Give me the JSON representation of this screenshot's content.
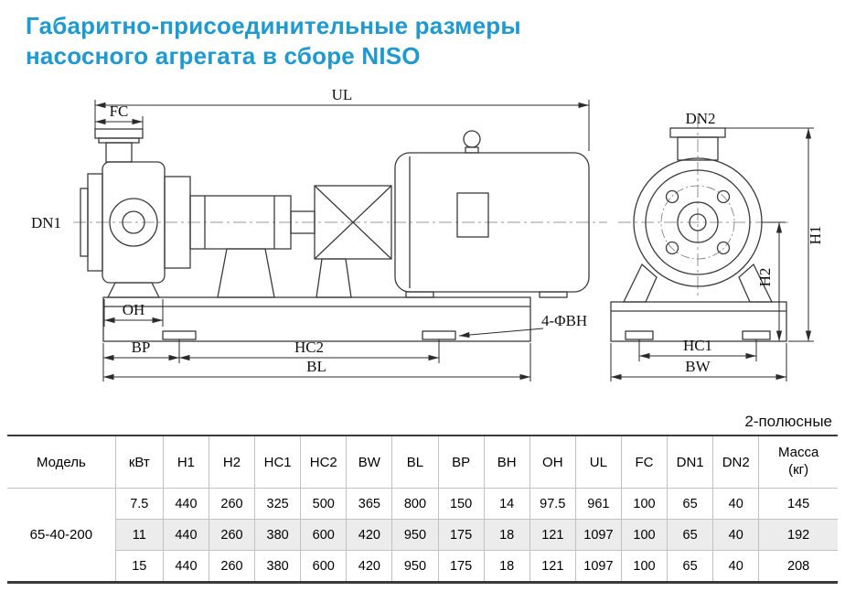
{
  "title": {
    "line1": "Габаритно-присоединительные размеры",
    "line2": "насосного агрегата в сборе NISO"
  },
  "diagram": {
    "labels": {
      "ul": "UL",
      "fc": "FC",
      "dn1": "DN1",
      "oh": "OH",
      "bp": "BP",
      "hc2": "HC2",
      "bl": "BL",
      "bh_note": "4-ΦBH",
      "dn2": "DN2",
      "h1": "H1",
      "h2": "H2",
      "hc1": "HC1",
      "bw": "BW"
    }
  },
  "table": {
    "caption": "2-полюсные",
    "headers": [
      "Модель",
      "кВт",
      "H1",
      "H2",
      "HC1",
      "HC2",
      "BW",
      "BL",
      "BP",
      "BH",
      "OH",
      "UL",
      "FC",
      "DN1",
      "DN2"
    ],
    "massa_header_line1": "Масса",
    "massa_header_line2": "(кг)",
    "model": "65-40-200",
    "rows": [
      {
        "kw": "7.5",
        "values": [
          "440",
          "260",
          "325",
          "500",
          "365",
          "800",
          "150",
          "14",
          "97.5",
          "961",
          "100",
          "65",
          "40",
          "145"
        ]
      },
      {
        "kw": "11",
        "values": [
          "440",
          "260",
          "380",
          "600",
          "420",
          "950",
          "175",
          "18",
          "121",
          "1097",
          "100",
          "65",
          "40",
          "192"
        ]
      },
      {
        "kw": "15",
        "values": [
          "440",
          "260",
          "380",
          "600",
          "420",
          "950",
          "175",
          "18",
          "121",
          "1097",
          "100",
          "65",
          "40",
          "208"
        ]
      }
    ]
  }
}
